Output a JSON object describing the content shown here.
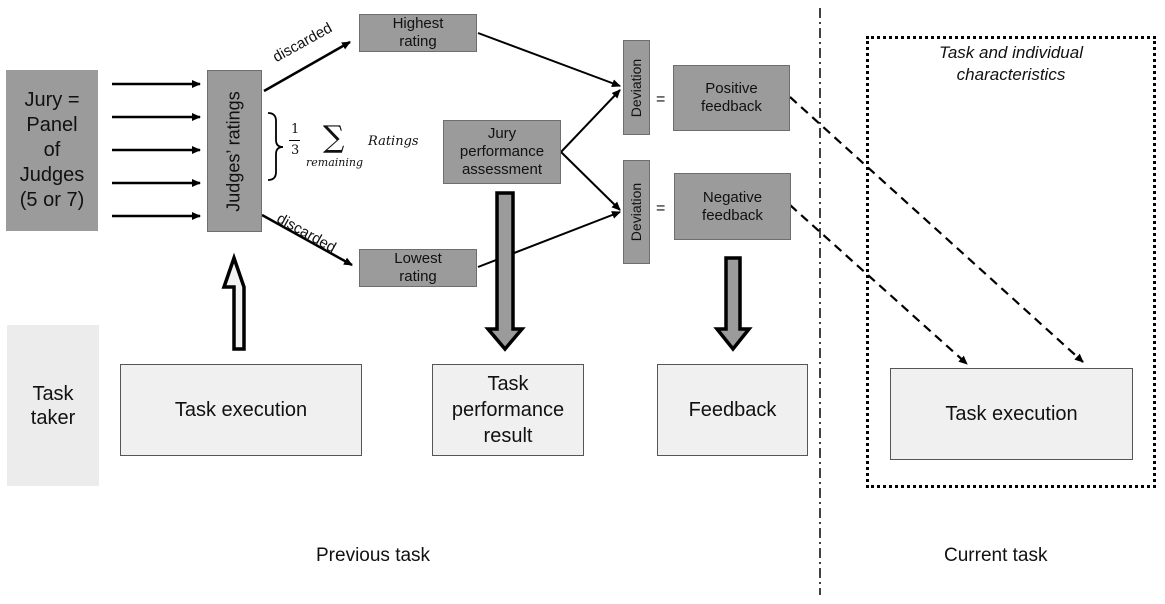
{
  "jury_box": "Jury =\nPanel\nof\nJudges\n(5 or 7)",
  "task_taker": "Task\ntaker",
  "judges_ratings": "Judges’ ratings",
  "highest_rating": "Highest\nrating",
  "lowest_rating": "Lowest\nrating",
  "jury_assessment": "Jury\nperformance\nassessment",
  "discarded_top": "discarded",
  "discarded_bottom": "discarded",
  "formula": {
    "fraction_num": "1",
    "fraction_den": "3",
    "sigma": "∑",
    "subscript": "remaining",
    "term": "Ratings"
  },
  "deviation_top": "Deviation",
  "deviation_bottom": "Deviation",
  "equals_top": "=",
  "equals_bottom": "=",
  "positive_feedback": "Positive\nfeedback",
  "negative_feedback": "Negative\nfeedback",
  "task_execution_prev": "Task execution",
  "task_performance_result": "Task\nperformance\nresult",
  "feedback": "Feedback",
  "task_execution_current": "Task execution",
  "task_characteristics": "Task and individual\ncharacteristics",
  "previous_task": "Previous task",
  "current_task": "Current task"
}
